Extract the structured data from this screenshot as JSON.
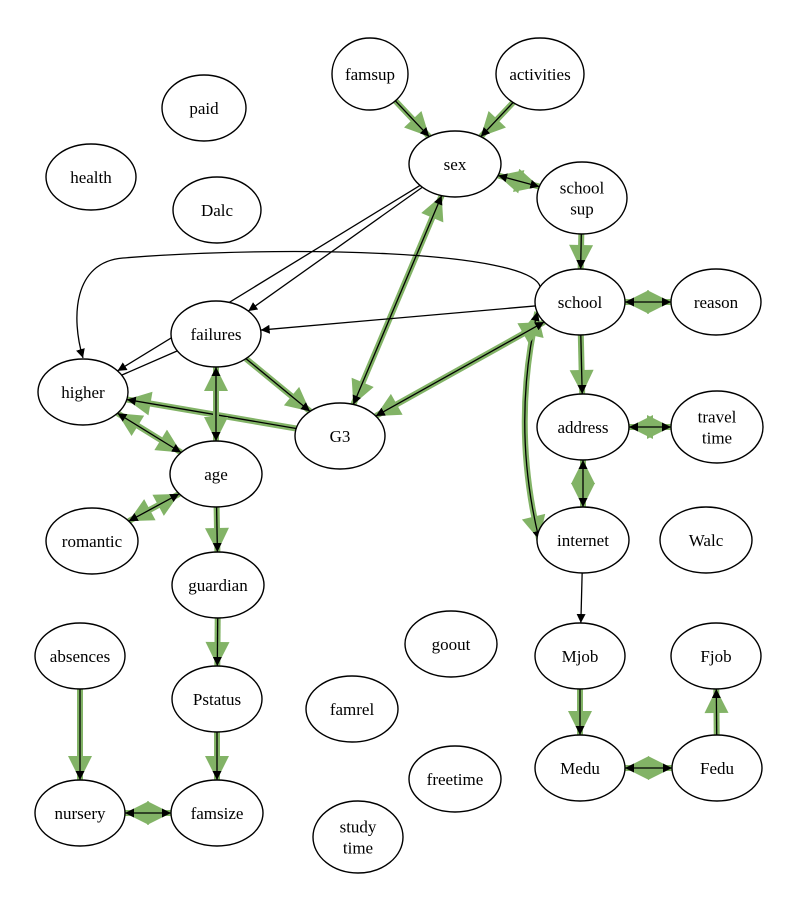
{
  "nodes": {
    "famsup": {
      "lines": [
        "famsup"
      ]
    },
    "activities": {
      "lines": [
        "activities"
      ]
    },
    "paid": {
      "lines": [
        "paid"
      ]
    },
    "health": {
      "lines": [
        "health"
      ]
    },
    "Dalc": {
      "lines": [
        "Dalc"
      ]
    },
    "sex": {
      "lines": [
        "sex"
      ]
    },
    "schoolsup": {
      "lines": [
        "school",
        "sup"
      ]
    },
    "school": {
      "lines": [
        "school"
      ]
    },
    "reason": {
      "lines": [
        "reason"
      ]
    },
    "failures": {
      "lines": [
        "failures"
      ]
    },
    "higher": {
      "lines": [
        "higher"
      ]
    },
    "G3": {
      "lines": [
        "G3"
      ]
    },
    "address": {
      "lines": [
        "address"
      ]
    },
    "traveltime": {
      "lines": [
        "travel",
        "time"
      ]
    },
    "age": {
      "lines": [
        "age"
      ]
    },
    "romantic": {
      "lines": [
        "romantic"
      ]
    },
    "internet": {
      "lines": [
        "internet"
      ]
    },
    "Walc": {
      "lines": [
        "Walc"
      ]
    },
    "guardian": {
      "lines": [
        "guardian"
      ]
    },
    "absences": {
      "lines": [
        "absences"
      ]
    },
    "goout": {
      "lines": [
        "goout"
      ]
    },
    "Mjob": {
      "lines": [
        "Mjob"
      ]
    },
    "Fjob": {
      "lines": [
        "Fjob"
      ]
    },
    "Pstatus": {
      "lines": [
        "Pstatus"
      ]
    },
    "famrel": {
      "lines": [
        "famrel"
      ]
    },
    "Medu": {
      "lines": [
        "Medu"
      ]
    },
    "Fedu": {
      "lines": [
        "Fedu"
      ]
    },
    "freetime": {
      "lines": [
        "freetime"
      ]
    },
    "nursery": {
      "lines": [
        "nursery"
      ]
    },
    "famsize": {
      "lines": [
        "famsize"
      ]
    },
    "studytime": {
      "lines": [
        "study",
        "time"
      ]
    }
  },
  "edges": [
    {
      "from": "famsup",
      "to": "sex",
      "highlight": true,
      "dir": "forward"
    },
    {
      "from": "activities",
      "to": "sex",
      "highlight": true,
      "dir": "forward"
    },
    {
      "from": "sex",
      "to": "schoolsup",
      "highlight": true,
      "dir": "both"
    },
    {
      "from": "schoolsup",
      "to": "school",
      "highlight": true,
      "dir": "forward"
    },
    {
      "from": "school",
      "to": "reason",
      "highlight": true,
      "dir": "both"
    },
    {
      "from": "school",
      "to": "address",
      "highlight": true,
      "dir": "forward"
    },
    {
      "from": "address",
      "to": "traveltime",
      "highlight": true,
      "dir": "both"
    },
    {
      "from": "address",
      "to": "internet",
      "highlight": true,
      "dir": "both"
    },
    {
      "from": "school",
      "to": "internet",
      "highlight": true,
      "dir": "both",
      "curve": "left"
    },
    {
      "from": "internet",
      "to": "Mjob",
      "highlight": false,
      "dir": "forward"
    },
    {
      "from": "Mjob",
      "to": "Medu",
      "highlight": true,
      "dir": "forward"
    },
    {
      "from": "Medu",
      "to": "Fedu",
      "highlight": true,
      "dir": "both"
    },
    {
      "from": "Fedu",
      "to": "Fjob",
      "highlight": true,
      "dir": "forward"
    },
    {
      "from": "sex",
      "to": "G3",
      "highlight": true,
      "dir": "both"
    },
    {
      "from": "school",
      "to": "G3",
      "highlight": true,
      "dir": "both"
    },
    {
      "from": "sex",
      "to": "failures",
      "highlight": false,
      "dir": "forward"
    },
    {
      "from": "sex",
      "to": "higher",
      "highlight": false,
      "dir": "forward"
    },
    {
      "from": "school",
      "to": "failures",
      "highlight": false,
      "dir": "forward"
    },
    {
      "from": "school",
      "to": "higher",
      "highlight": false,
      "dir": "forward",
      "curve": "arc"
    },
    {
      "from": "failures",
      "to": "G3",
      "highlight": true,
      "dir": "forward"
    },
    {
      "from": "G3",
      "to": "higher",
      "highlight": true,
      "dir": "forward"
    },
    {
      "from": "failures",
      "to": "higher",
      "highlight": false,
      "dir": "none"
    },
    {
      "from": "failures",
      "to": "age",
      "highlight": true,
      "dir": "both"
    },
    {
      "from": "higher",
      "to": "age",
      "highlight": true,
      "dir": "both"
    },
    {
      "from": "age",
      "to": "romantic",
      "highlight": true,
      "dir": "both"
    },
    {
      "from": "age",
      "to": "guardian",
      "highlight": true,
      "dir": "forward"
    },
    {
      "from": "guardian",
      "to": "Pstatus",
      "highlight": true,
      "dir": "forward"
    },
    {
      "from": "Pstatus",
      "to": "famsize",
      "highlight": true,
      "dir": "forward"
    },
    {
      "from": "famsize",
      "to": "nursery",
      "highlight": true,
      "dir": "both"
    },
    {
      "from": "absences",
      "to": "nursery",
      "highlight": true,
      "dir": "forward"
    }
  ],
  "colors": {
    "highlight": "#82b366",
    "stroke": "#000000"
  }
}
